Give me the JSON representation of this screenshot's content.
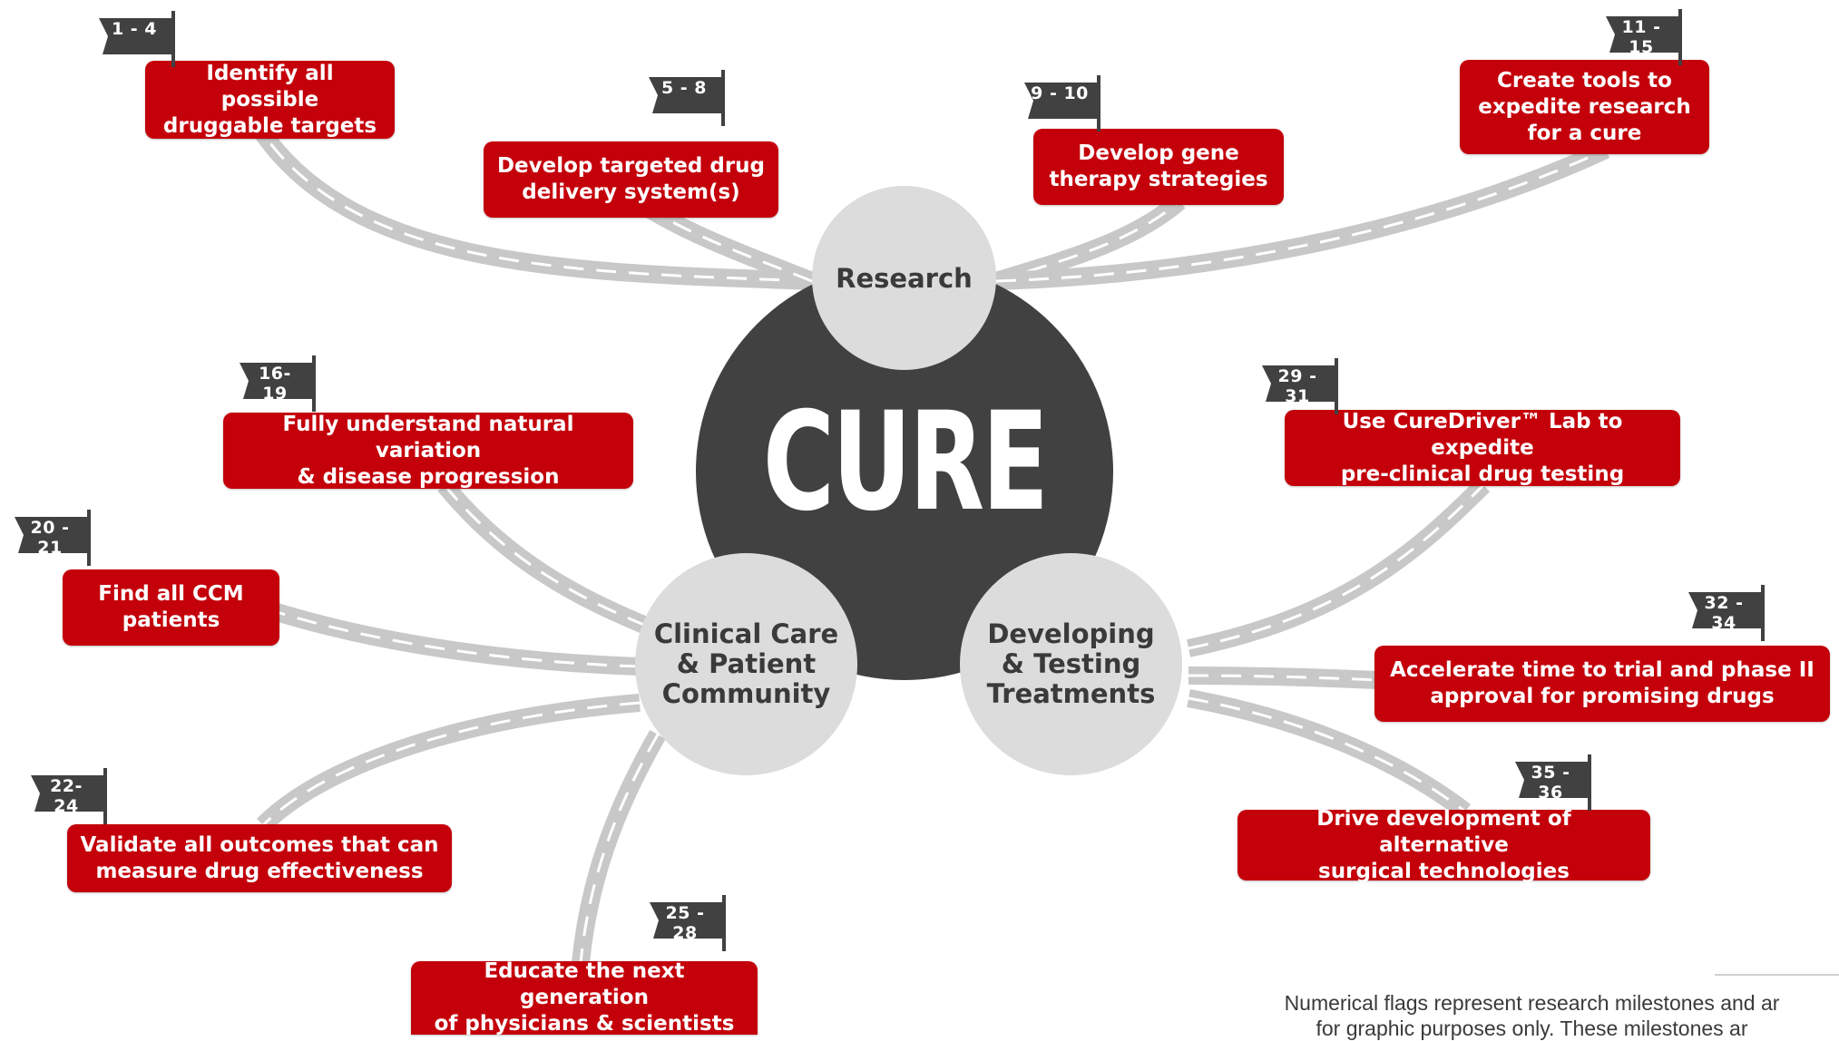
{
  "center": {
    "label": "CURE"
  },
  "hubs": {
    "research": {
      "label": "Research"
    },
    "clinical": {
      "line1": "Clinical Care",
      "line2": "& Patient",
      "line3": "Community"
    },
    "developing": {
      "line1": "Developing",
      "line2": "& Testing",
      "line3": "Treatments"
    }
  },
  "goals": [
    {
      "flag": "1 - 4",
      "line1": "Identify all possible",
      "line2": "druggable targets"
    },
    {
      "flag": "5 - 8",
      "line1": "Develop targeted drug",
      "line2": "delivery system(s)"
    },
    {
      "flag": "9 - 10",
      "line1": "Develop gene",
      "line2": "therapy strategies"
    },
    {
      "flag": "11 - 15",
      "line1": "Create tools to",
      "line2": "expedite research",
      "line3": "for a cure"
    },
    {
      "flag": "16- 19",
      "line1": "Fully understand natural variation",
      "line2": "& disease progression"
    },
    {
      "flag": "20 - 21",
      "line1": "Find all CCM",
      "line2": "patients"
    },
    {
      "flag": "22- 24",
      "line1": "Validate all outcomes that can",
      "line2": "measure drug effectiveness"
    },
    {
      "flag": "25 - 28",
      "line1": "Educate the next generation",
      "line2": "of physicians & scientists"
    },
    {
      "flag": "29 - 31",
      "line1": "Use CureDriver™ Lab to expedite",
      "line2": "pre-clinical drug testing"
    },
    {
      "flag": "32 - 34",
      "line1": "Accelerate time to trial and phase II",
      "line2": "approval for promising drugs"
    },
    {
      "flag": "35 - 36",
      "line1": "Drive development of alternative",
      "line2": "surgical technologies"
    }
  ],
  "footnote": {
    "line1": "Numerical flags represent research milestones and ar",
    "line2": "for graphic purposes only. These milestones ar"
  },
  "colors": {
    "accent": "#c4000a",
    "dark": "#414141",
    "hub": "#dcdcdc",
    "road": "#c8c8c8"
  }
}
